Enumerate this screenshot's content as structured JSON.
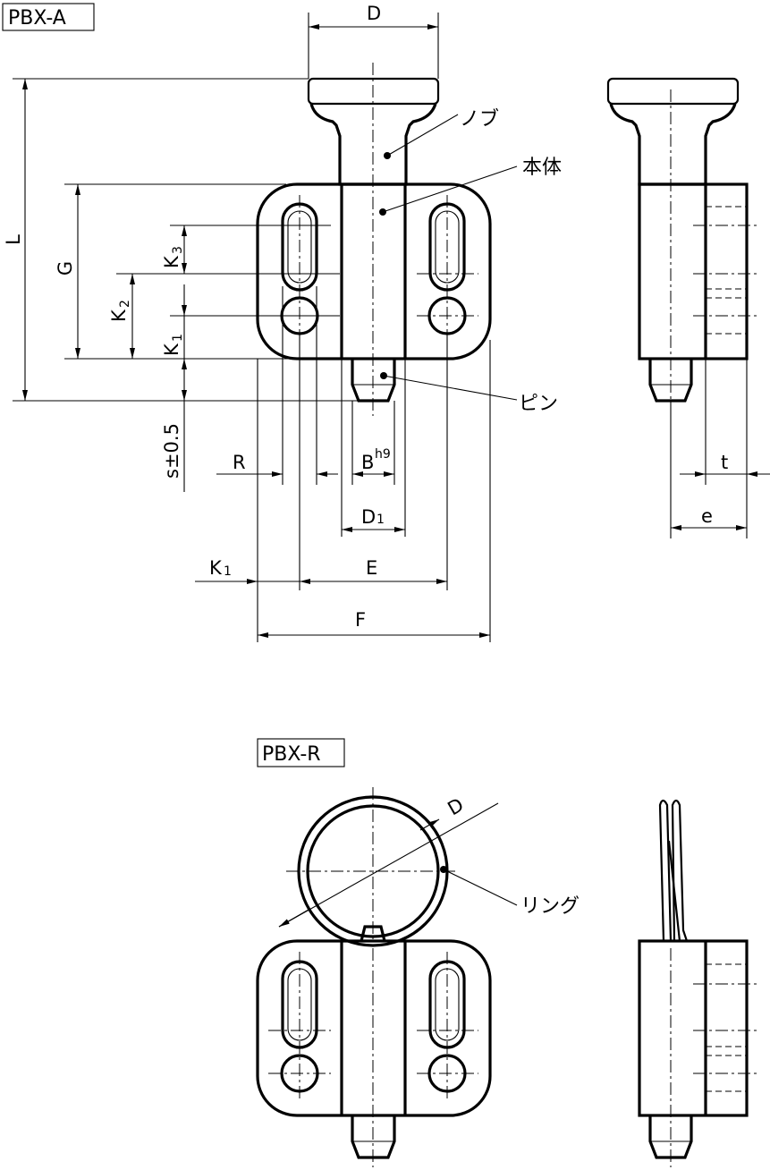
{
  "titles": {
    "pbx_a": "PBX-A",
    "pbx_r": "PBX-R"
  },
  "labels": {
    "knob": "ノブ",
    "body": "本体",
    "pin": "ピン",
    "ring": "リング"
  },
  "dims": {
    "D": "D",
    "L": "L",
    "G": "G",
    "K": "K",
    "sub1": "1",
    "sub2": "2",
    "sub3": "3",
    "s": "s±0.5",
    "R": "R",
    "B": "B",
    "h9": "h9",
    "E": "E",
    "F": "F",
    "t": "t",
    "e": "e",
    "D_ring": "D"
  }
}
